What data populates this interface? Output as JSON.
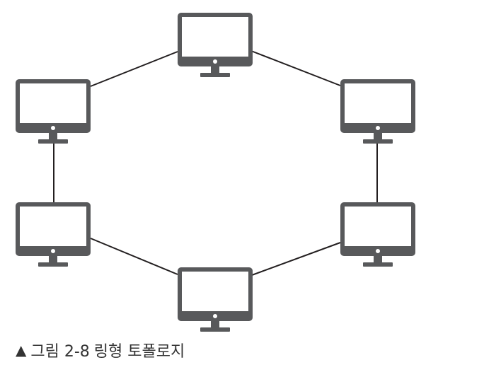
{
  "diagram": {
    "type": "ring-topology",
    "node_icon": "monitor-icon",
    "node_count": 6,
    "colors": {
      "monitor": "#58595b",
      "screen": "#ffffff",
      "link": "#231f20"
    }
  },
  "caption": {
    "marker": "▲",
    "figure_label": "그림 2-8",
    "title": "링형 토폴로지"
  }
}
